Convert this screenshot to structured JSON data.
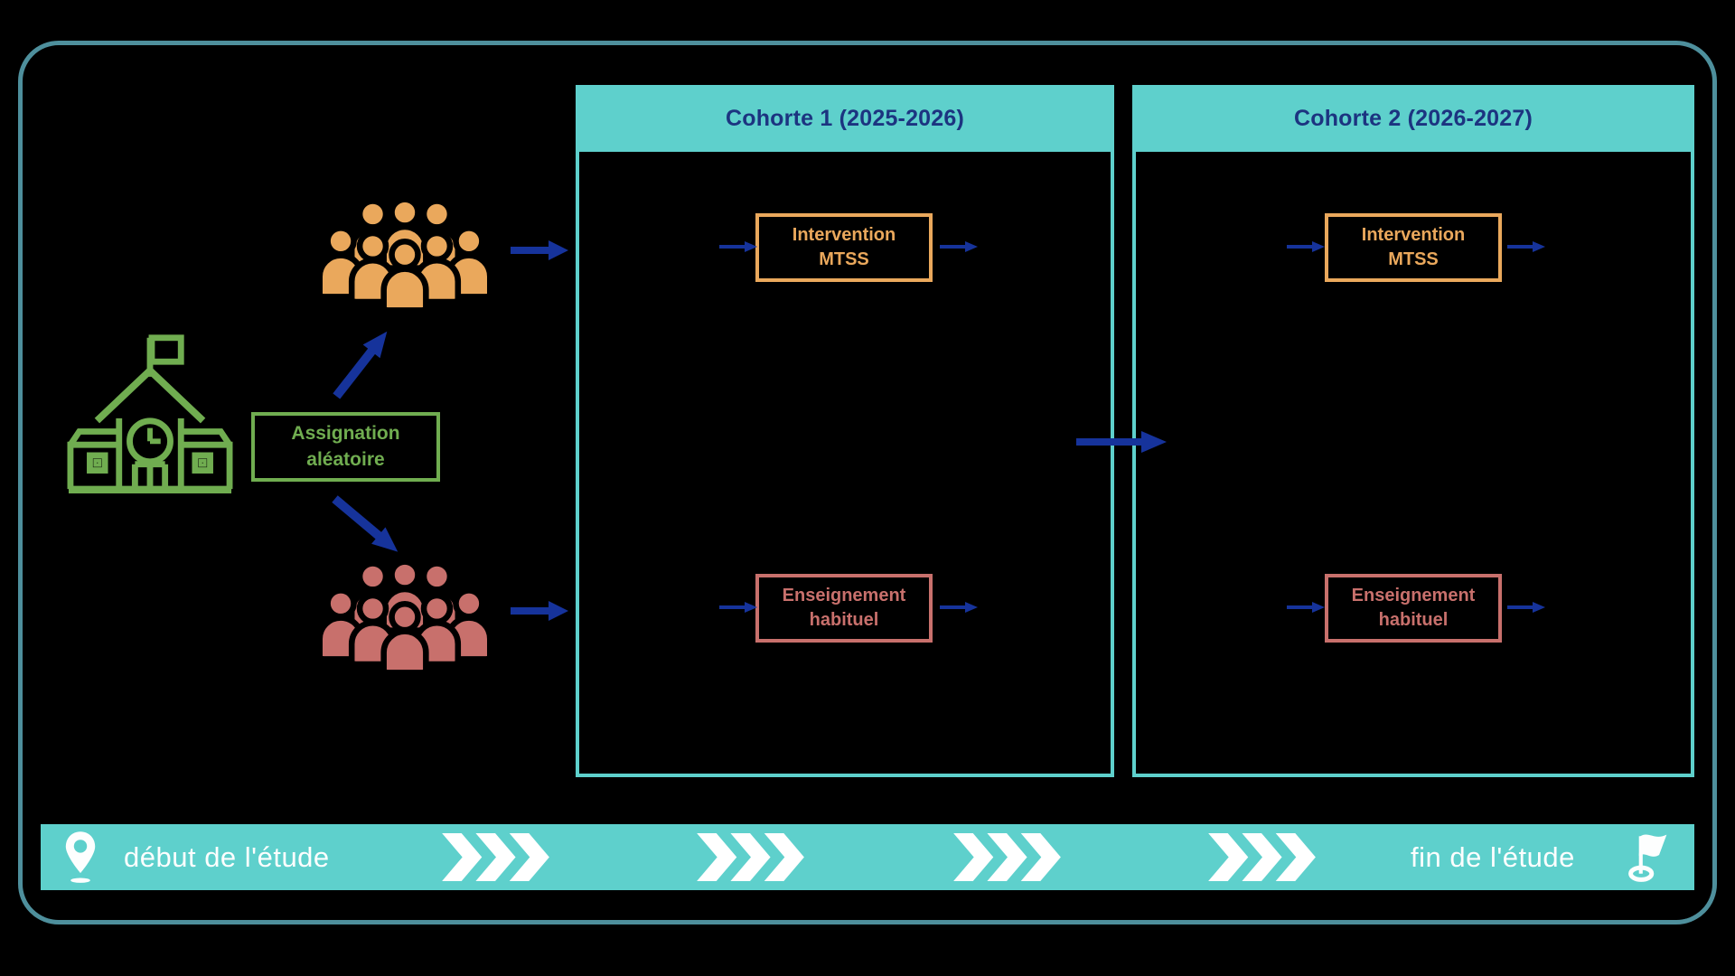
{
  "cohort1": {
    "title": "Cohorte 1 (2025-2026)"
  },
  "cohort2": {
    "title": "Cohorte 2 (2026-2027)"
  },
  "assignment": {
    "line1": "Assignation",
    "line2": "aléatoire"
  },
  "intervention": {
    "line1": "Intervention",
    "line2": "MTSS"
  },
  "usual": {
    "line1": "Enseignement",
    "line2": "habituel"
  },
  "timeline": {
    "start_label": "début de l'étude",
    "end_label": "fin de l'étude",
    "chevron_groups": 4
  },
  "icons": {
    "school": "school-building-icon",
    "group_intervention": "crowd-orange-icon",
    "group_control": "crowd-red-icon",
    "start": "location-pin-icon",
    "end": "finish-flag-icon",
    "progress": "triple-chevron-icon"
  },
  "colors": {
    "background": "#000000",
    "frame-border": "#4e8f9c",
    "teal": "#5ed0cc",
    "navy": "#1c3480",
    "arrow": "#16339b",
    "orange": "#eaa85c",
    "salmon": "#c8706c",
    "green": "#70ad50",
    "white": "#fdfefe"
  }
}
